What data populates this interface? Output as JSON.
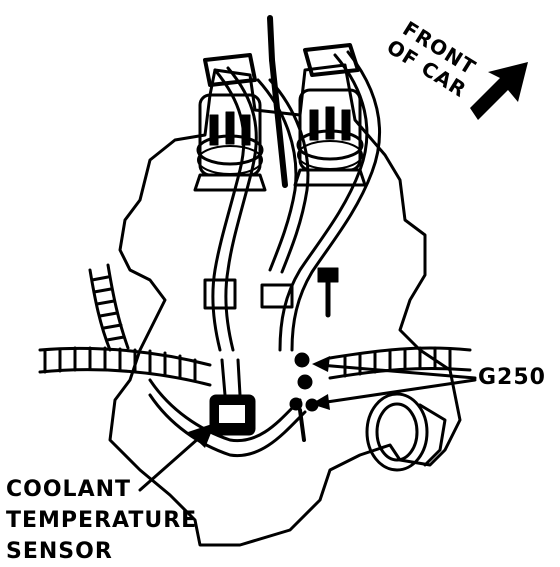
{
  "labels": {
    "front_line1": "FRONT",
    "front_line2": "OF CAR",
    "ground": "G250",
    "sensor_line1": "COOLANT",
    "sensor_line2": "TEMPERATURE",
    "sensor_line3": "SENSOR"
  },
  "colors": {
    "ink": "#000000",
    "paper": "#ffffff"
  }
}
